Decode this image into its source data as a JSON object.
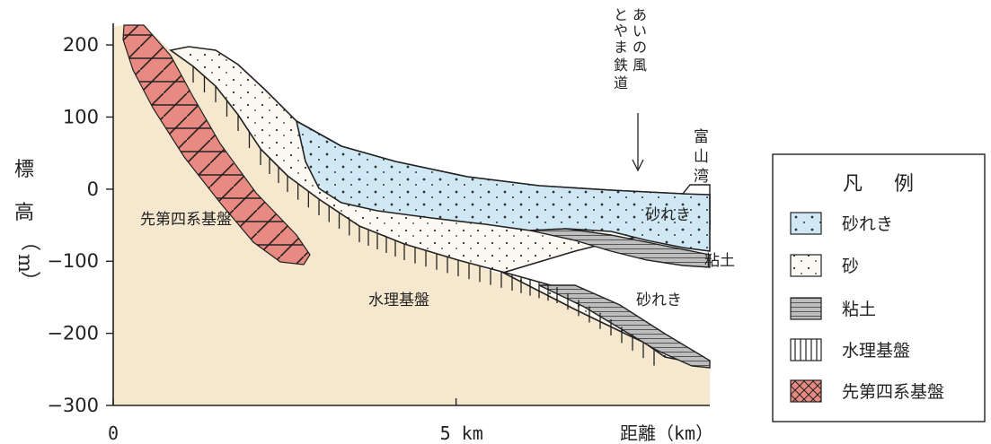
{
  "axes": {
    "y_label_chars": [
      "標",
      "高",
      "（",
      "m",
      "）"
    ],
    "y_ticks": [
      {
        "value": 200,
        "label": "200"
      },
      {
        "value": 100,
        "label": "100"
      },
      {
        "value": 0,
        "label": "0"
      },
      {
        "value": -100,
        "label": "−100"
      },
      {
        "value": -200,
        "label": "−200"
      },
      {
        "value": -300,
        "label": "−300"
      }
    ],
    "x_ticks": [
      {
        "value": 0,
        "label": "0"
      },
      {
        "value": 5,
        "label": "5 km"
      }
    ],
    "x_label": "距離（km）",
    "y_range": [
      -300,
      230
    ],
    "x_range": [
      0,
      8.7
    ]
  },
  "labels": {
    "railway_chars": [
      [
        "あ",
        "い",
        "の",
        "風"
      ],
      [
        "と",
        "や",
        "ま",
        "鉄",
        "道"
      ]
    ],
    "bay_chars": [
      "富",
      "山",
      "湾"
    ],
    "pre_quaternary": "先第四系基盤",
    "hydro_basement": "水理基盤",
    "gravel_upper": "砂れき",
    "gravel_lower": "砂れき",
    "clay": "粘土"
  },
  "legend": {
    "title": "凡 例",
    "items": [
      {
        "label": "砂れき",
        "pattern": "gravel"
      },
      {
        "label": "砂",
        "pattern": "sand"
      },
      {
        "label": "粘土",
        "pattern": "clay"
      },
      {
        "label": "水理基盤",
        "pattern": "basement"
      },
      {
        "label": "先第四系基盤",
        "pattern": "prequaternary"
      }
    ]
  },
  "colors": {
    "basement": "#f6e8cf",
    "gravel": "#cfe8f3",
    "sand": "#fbf9f2",
    "clay": "#bdbdbd",
    "prequaternary": "#e98a82",
    "line": "#222222"
  }
}
